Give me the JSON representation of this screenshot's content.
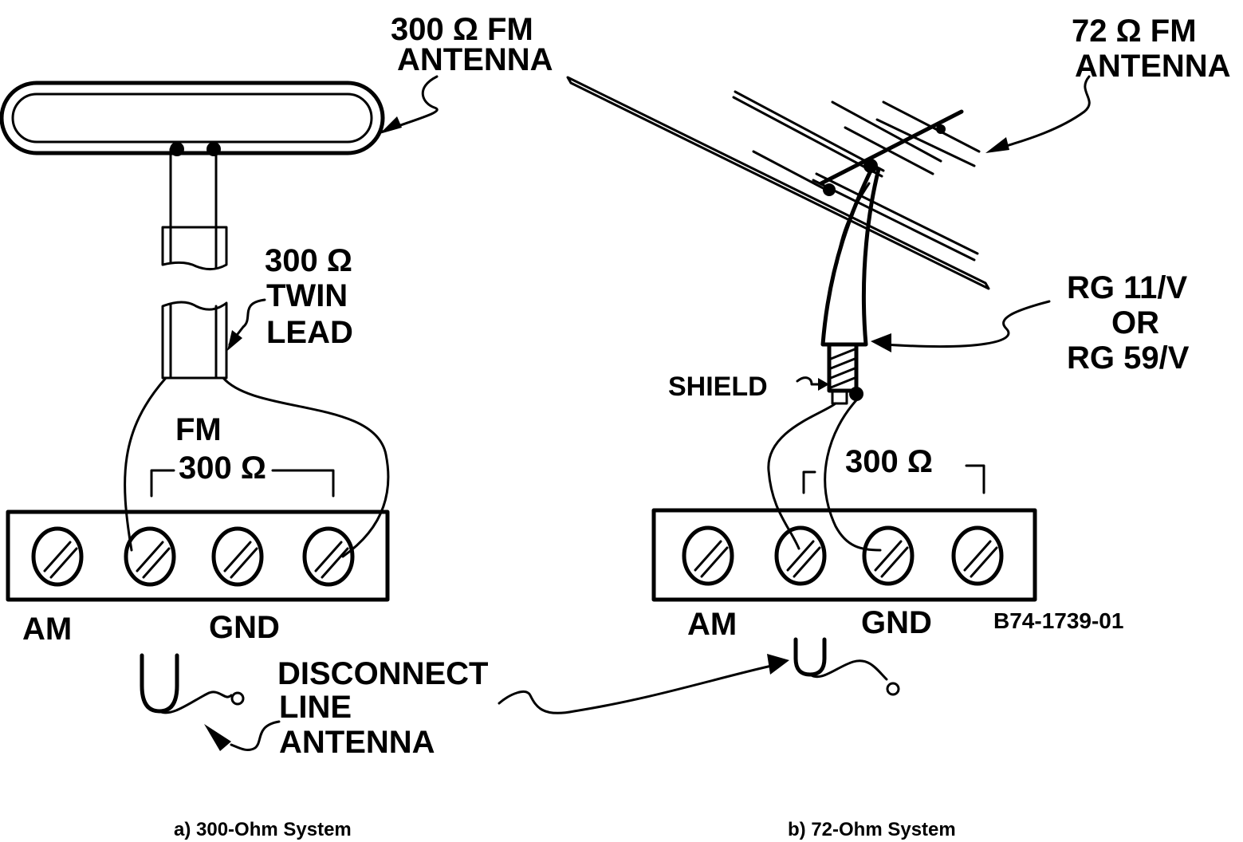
{
  "left": {
    "antenna_label": [
      "300 Ω FM",
      "ANTENNA"
    ],
    "twin_lead_label": [
      "300 Ω",
      "TWIN",
      "LEAD"
    ],
    "fm_label": "FM",
    "fm_impedance": "300 Ω",
    "terminal_am": "AM",
    "terminal_gnd": "GND",
    "disconnect_label": [
      "DISCONNECT",
      "LINE",
      "ANTENNA"
    ],
    "caption": "a) 300-Ohm System"
  },
  "right": {
    "antenna_label": [
      "72 Ω FM",
      "ANTENNA"
    ],
    "cable_label": [
      "RG 11/V",
      "OR",
      "RG 59/V"
    ],
    "shield_label": "SHIELD",
    "impedance": "300 Ω",
    "terminal_am": "AM",
    "terminal_gnd": "GND",
    "figure_code": "B74-1739-01",
    "caption": "b) 72-Ohm System"
  }
}
